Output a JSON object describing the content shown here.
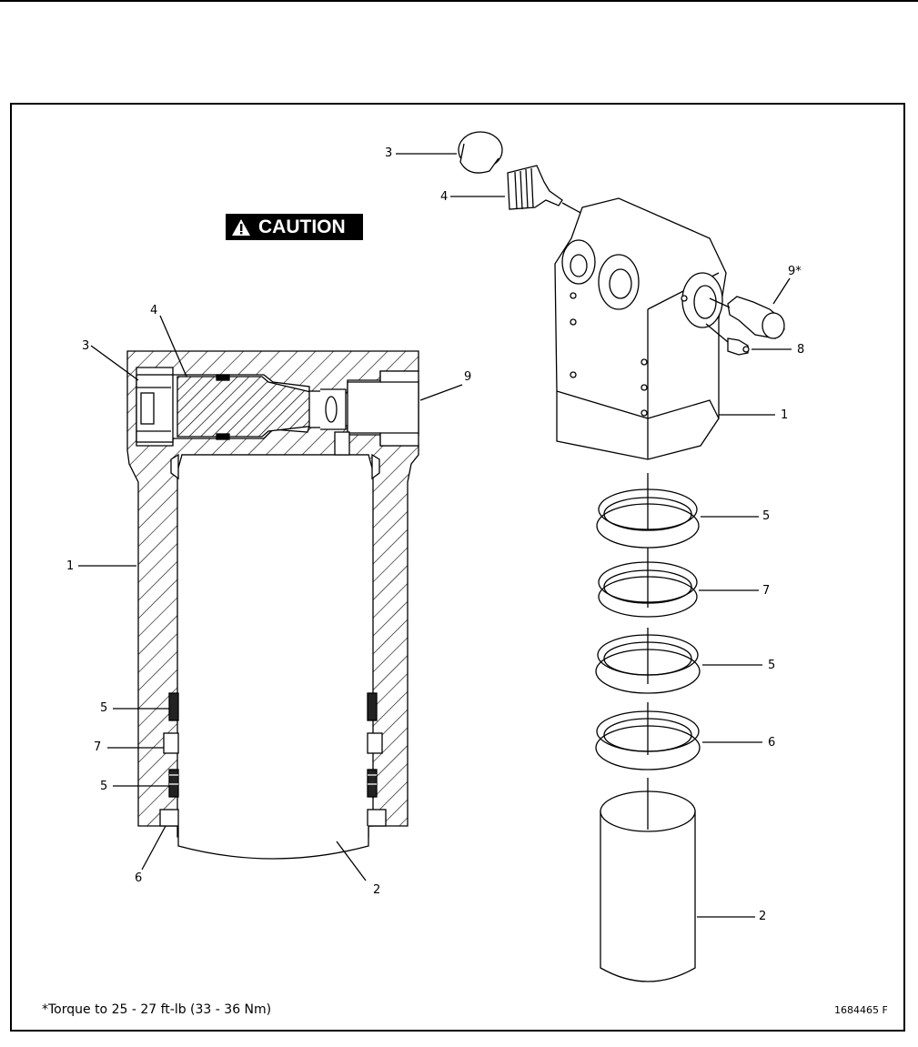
{
  "caution_label": "CAUTION",
  "footnote": "*Torque to 25 - 27 ft-lb (33 - 36 Nm)",
  "figure_id": "1684465 F",
  "callouts": {
    "section_3": "3",
    "section_4": "4",
    "section_9": "9",
    "section_1": "1",
    "section_5_upper": "5",
    "section_7": "7",
    "section_5_lower": "5",
    "section_6": "6",
    "section_2": "2",
    "exploded_3": "3",
    "exploded_4": "4",
    "exploded_9": "9*",
    "exploded_8": "8",
    "exploded_1": "1",
    "exploded_5_upper": "5",
    "exploded_7": "7",
    "exploded_5_lower": "5",
    "exploded_6": "6",
    "exploded_2": "2"
  },
  "colors": {
    "line": "#000000",
    "background": "#ffffff",
    "caution_bg": "#000000",
    "caution_text": "#ffffff"
  }
}
